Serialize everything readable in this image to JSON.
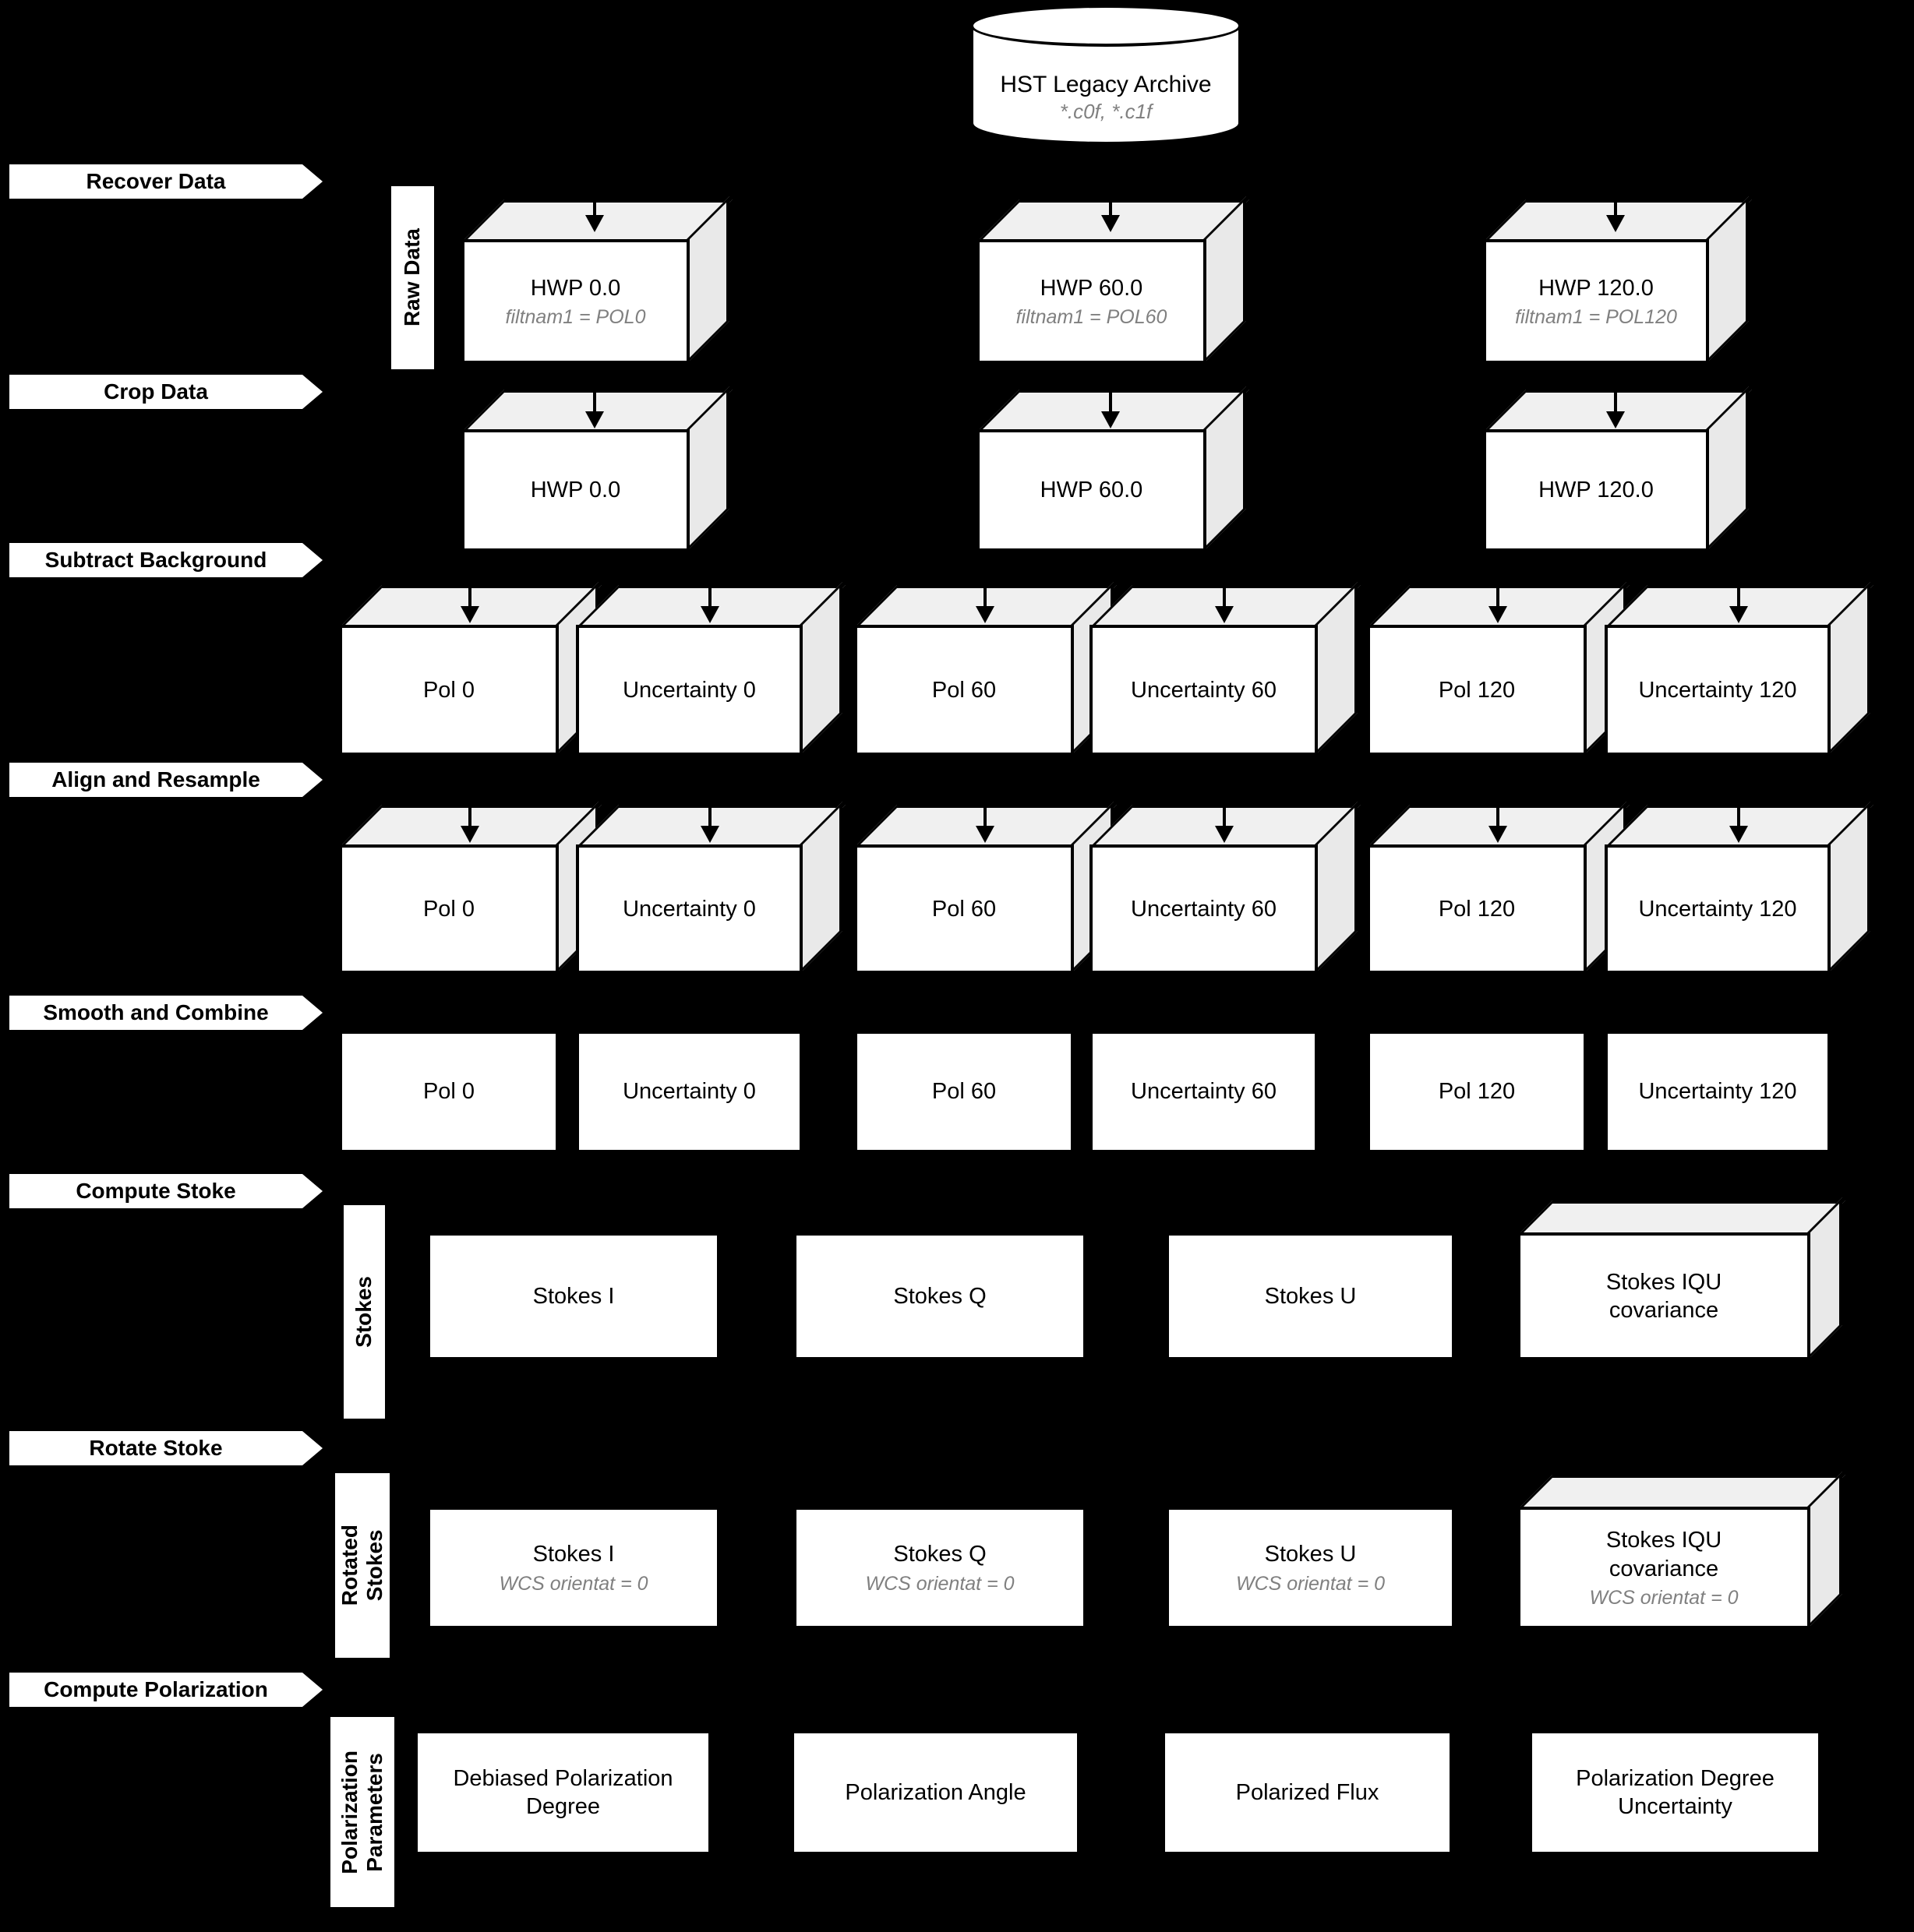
{
  "archive": {
    "title": "HST Legacy Archive",
    "subtitle": "*.c0f, *.c1f"
  },
  "stages": [
    {
      "label": "Recover Data"
    },
    {
      "label": "Crop Data"
    },
    {
      "label": "Subtract Background"
    },
    {
      "label": "Align and Resample"
    },
    {
      "label": "Smooth and Combine"
    },
    {
      "label": "Compute Stoke"
    },
    {
      "label": "Rotate Stoke"
    },
    {
      "label": "Compute Polarization"
    }
  ],
  "group_labels": {
    "raw_data": "Raw Data",
    "stokes": "Stokes",
    "rotated_stokes": "Rotated\nStokes",
    "polarization_parameters": "Polarization\nParameters"
  },
  "raw": [
    {
      "title": "HWP 0.0",
      "subtitle": "filtnam1 = POL0"
    },
    {
      "title": "HWP 60.0",
      "subtitle": "filtnam1 = POL60"
    },
    {
      "title": "HWP 120.0",
      "subtitle": "filtnam1 = POL120"
    }
  ],
  "cropped": [
    {
      "title": "HWP 0.0"
    },
    {
      "title": "HWP 60.0"
    },
    {
      "title": "HWP 120.0"
    }
  ],
  "subtracted": [
    {
      "title": "Pol 0"
    },
    {
      "title": "Uncertainty 0"
    },
    {
      "title": "Pol 60"
    },
    {
      "title": "Uncertainty 60"
    },
    {
      "title": "Pol 120"
    },
    {
      "title": "Uncertainty 120"
    }
  ],
  "aligned": [
    {
      "title": "Pol 0"
    },
    {
      "title": "Uncertainty 0"
    },
    {
      "title": "Pol 60"
    },
    {
      "title": "Uncertainty 60"
    },
    {
      "title": "Pol 120"
    },
    {
      "title": "Uncertainty 120"
    }
  ],
  "smoothed": [
    {
      "title": "Pol 0"
    },
    {
      "title": "Uncertainty 0"
    },
    {
      "title": "Pol 60"
    },
    {
      "title": "Uncertainty 60"
    },
    {
      "title": "Pol 120"
    },
    {
      "title": "Uncertainty 120"
    }
  ],
  "stokes": [
    {
      "title": "Stokes I"
    },
    {
      "title": "Stokes Q"
    },
    {
      "title": "Stokes U"
    },
    {
      "title": "Stokes IQU\ncovariance"
    }
  ],
  "rotated": [
    {
      "title": "Stokes I",
      "subtitle": "WCS orientat = 0"
    },
    {
      "title": "Stokes Q",
      "subtitle": "WCS orientat = 0"
    },
    {
      "title": "Stokes U",
      "subtitle": "WCS orientat = 0"
    },
    {
      "title": "Stokes IQU\ncovariance",
      "subtitle": "WCS orientat = 0"
    }
  ],
  "polarization": [
    {
      "title": "Debiased Polarization Degree"
    },
    {
      "title": "Polarization Angle"
    },
    {
      "title": "Polarized Flux"
    },
    {
      "title": "Polarization Degree Uncertainty"
    }
  ],
  "colors": {
    "background": "#000000",
    "box_front": "#ffffff",
    "box_top": "#f0f0f0",
    "box_side": "#e9e9e9",
    "outline": "#000000",
    "subtitle_text": "#808080"
  }
}
